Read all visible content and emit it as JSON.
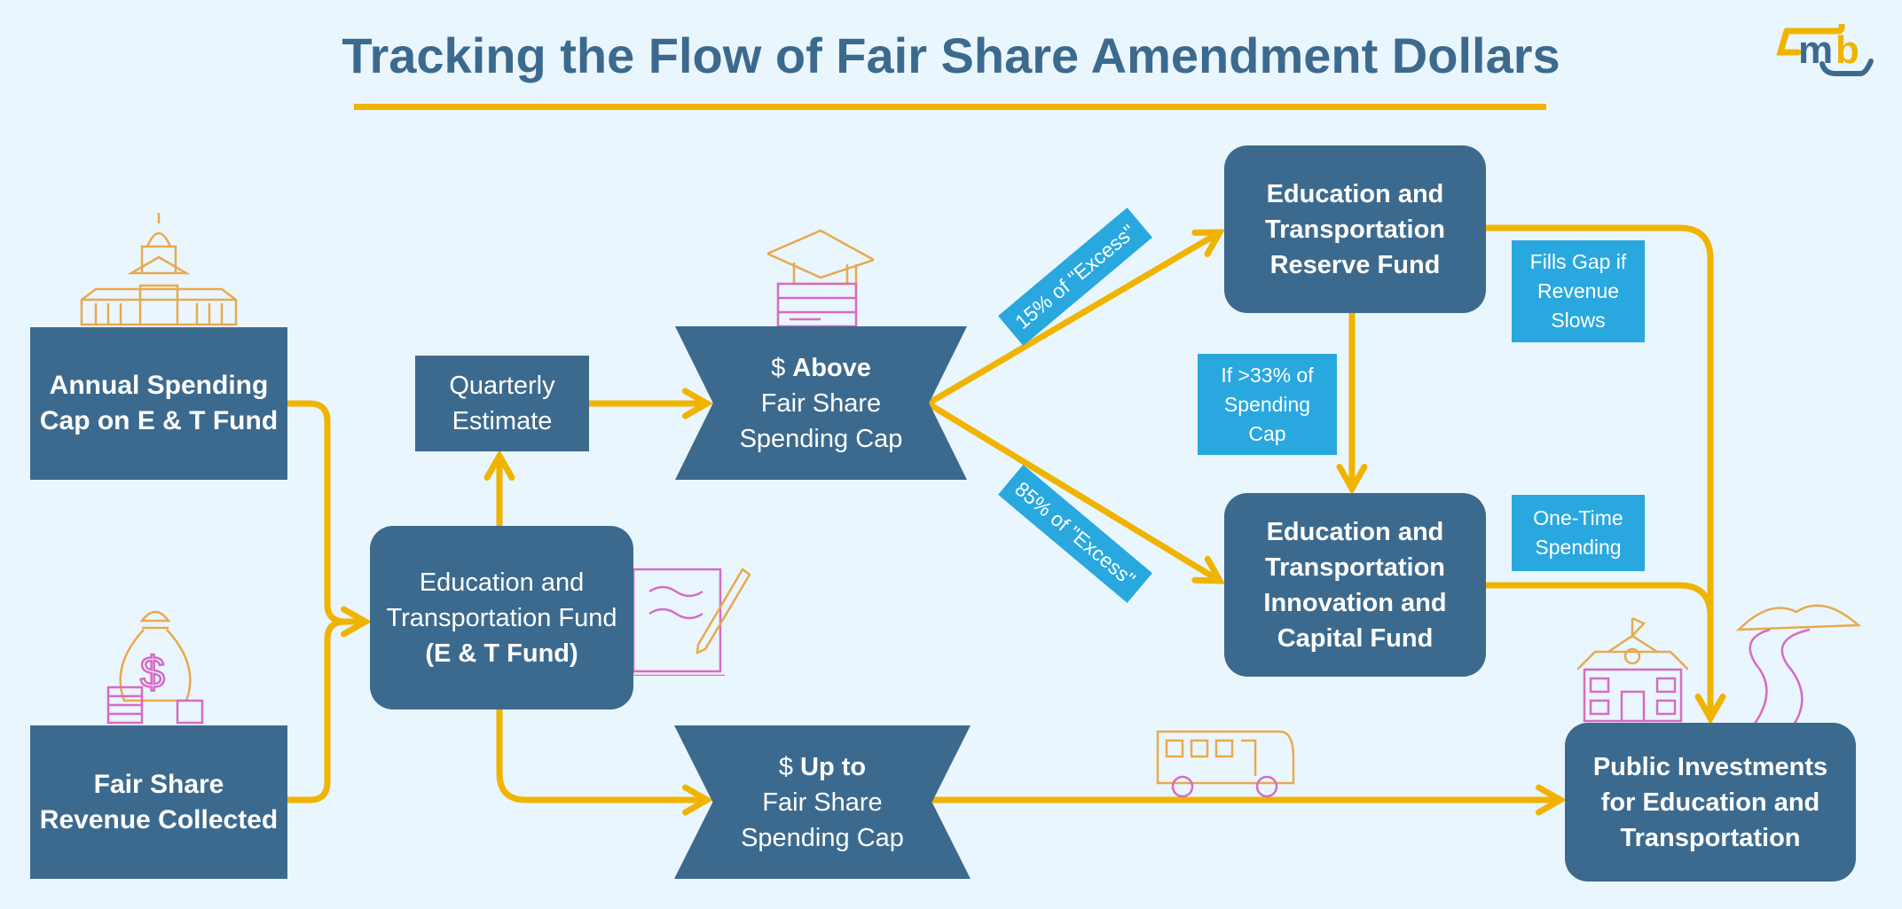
{
  "title": "Tracking the Flow of Fair Share Amendment Dollars",
  "logo": {
    "text": "mb"
  },
  "nodes": {
    "annual_cap": [
      "Annual Spending",
      "Cap on E & T Fund"
    ],
    "revenue": [
      "Fair Share",
      "Revenue Collected"
    ],
    "quarterly": [
      "Quarterly",
      "Estimate"
    ],
    "et_fund": [
      "Education and",
      "Transportation Fund",
      "(E & T Fund)"
    ],
    "above": {
      "prefix": "$",
      "bold": "Above",
      "lines": [
        "Fair Share",
        "Spending Cap"
      ]
    },
    "up_to": {
      "prefix": "$",
      "bold": "Up to",
      "lines": [
        "Fair Share",
        "Spending Cap"
      ]
    },
    "reserve": [
      "Education and",
      "Transportation",
      "Reserve Fund"
    ],
    "innovation": [
      "Education and",
      "Transportation",
      "Innovation and",
      "Capital Fund"
    ],
    "public": [
      "Public Investments",
      "for Education and",
      "Transportation"
    ]
  },
  "labels": {
    "pct15": "15% of \"Excess\"",
    "pct85": "85% of \"Excess\"",
    "if33": [
      "If >33% of",
      "Spending",
      "Cap"
    ],
    "fills_gap": [
      "Fills Gap if",
      "Revenue",
      "Slows"
    ],
    "one_time": [
      "One-Time",
      "Spending"
    ]
  },
  "colors": {
    "navy": "#3c6a8e",
    "label_blue": "#29a8e0",
    "arrow": "#f0b400",
    "background": "#eaf6fd"
  }
}
